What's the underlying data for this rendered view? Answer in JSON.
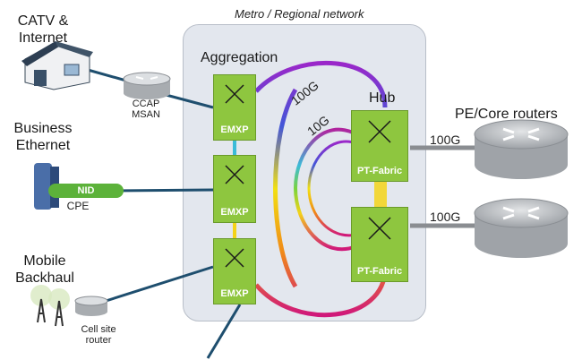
{
  "title": "Metro / Regional network",
  "aggregation_label": "Aggregation",
  "hub_label": "Hub",
  "pe_label": "PE/Core routers",
  "clients": {
    "catv": "CATV &\nInternet",
    "business": "Business\nEthernet",
    "mobile": "Mobile\nBackhaul"
  },
  "devices": {
    "ccap": "CCAP\nMSAN",
    "nid": "NID",
    "cpe": "CPE",
    "cell_router": "Cell site\nrouter"
  },
  "ring_labels": {
    "outer": "100G",
    "inner": "10G"
  },
  "nodes": {
    "emxp_1": "EMXP",
    "emxp_2": "EMXP",
    "emxp_3": "EMXP",
    "pt_1": "PT-Fabric",
    "pt_2": "PT-Fabric"
  },
  "links": {
    "upper": "100G",
    "lower": "100G"
  },
  "colors": {
    "node_green": "#8ec63f",
    "panel": "#e3e7ee",
    "link_teal": "#1e4e6e",
    "router_gray": "#b9bcc0"
  }
}
